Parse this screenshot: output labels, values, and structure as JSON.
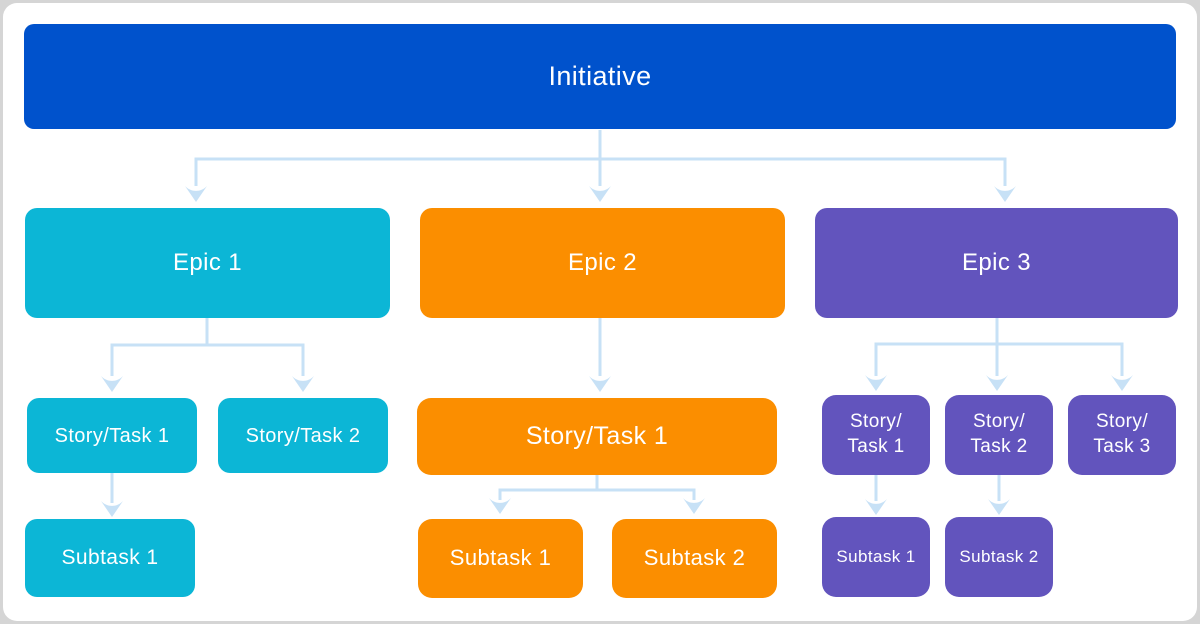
{
  "diagram_type": "issue-hierarchy",
  "colors": {
    "initiative": "#0052CC",
    "epic1_branch": "#0CB6D6",
    "epic2_branch": "#FB8E00",
    "epic3_branch": "#6254BD",
    "connector": "#C7E1F6",
    "node_text": "#FFFFFF",
    "card_background": "#FFFFFF",
    "frame": "#D5D5D5"
  },
  "hierarchy": {
    "root": {
      "label": "Initiative"
    },
    "epics": [
      {
        "label": "Epic 1",
        "stories": [
          {
            "label": "Story/Task 1"
          },
          {
            "label": "Story/Task 2"
          }
        ],
        "subtasks": [
          {
            "label": "Subtask 1"
          }
        ]
      },
      {
        "label": "Epic 2",
        "stories": [
          {
            "label": "Story/Task 1"
          }
        ],
        "subtasks": [
          {
            "label": "Subtask 1"
          },
          {
            "label": "Subtask 2"
          }
        ]
      },
      {
        "label": "Epic 3",
        "stories": [
          {
            "line1": "Story/",
            "line2": "Task 1"
          },
          {
            "line1": "Story/",
            "line2": "Task 2"
          },
          {
            "line1": "Story/",
            "line2": "Task 3"
          }
        ],
        "subtasks": [
          {
            "label": "Subtask 1"
          },
          {
            "label": "Subtask 2"
          }
        ]
      }
    ]
  }
}
